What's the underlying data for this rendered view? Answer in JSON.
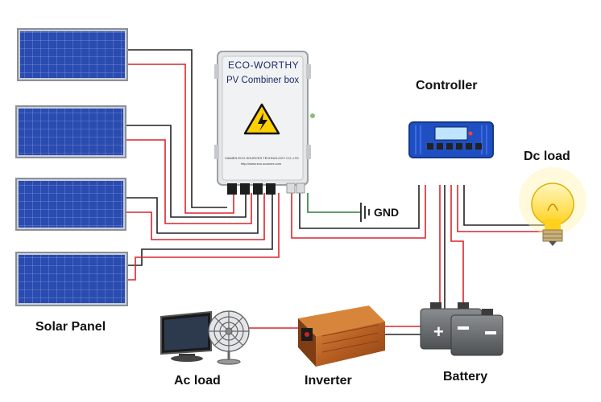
{
  "labels": {
    "solar_panel": "Solar Panel",
    "controller": "Controller",
    "dc_load": "Dc load",
    "gnd": "GND",
    "ac_load": "Ac load",
    "inverter": "Inverter",
    "battery": "Battery"
  },
  "combiner_box": {
    "brand": "ECO-WORTHY",
    "title": "PV Combiner box",
    "maker_line": "XIAMEN ECO-SOURCES TECHNOLOGY CO.,LTD",
    "website": "http://www.eco-sources.com"
  },
  "colors": {
    "wire_red": "#d8262b",
    "wire_black": "#222222",
    "wire_green": "#2e7d3a",
    "panel_blue": "#1f3d9e",
    "controller_blue": "#1f4fc2",
    "inverter_copper": "#b8622a",
    "battery_gray": "#6b6e70"
  },
  "icons": {
    "solar_panel": "solar-panel-icon",
    "combiner_box": "combiner-box-icon",
    "high_voltage": "high-voltage-warning-icon",
    "controller": "charge-controller-icon",
    "bulb": "light-bulb-icon",
    "ground": "ground-symbol-icon",
    "monitor": "monitor-icon",
    "fan": "fan-icon",
    "inverter": "inverter-icon",
    "battery": "battery-icon"
  }
}
